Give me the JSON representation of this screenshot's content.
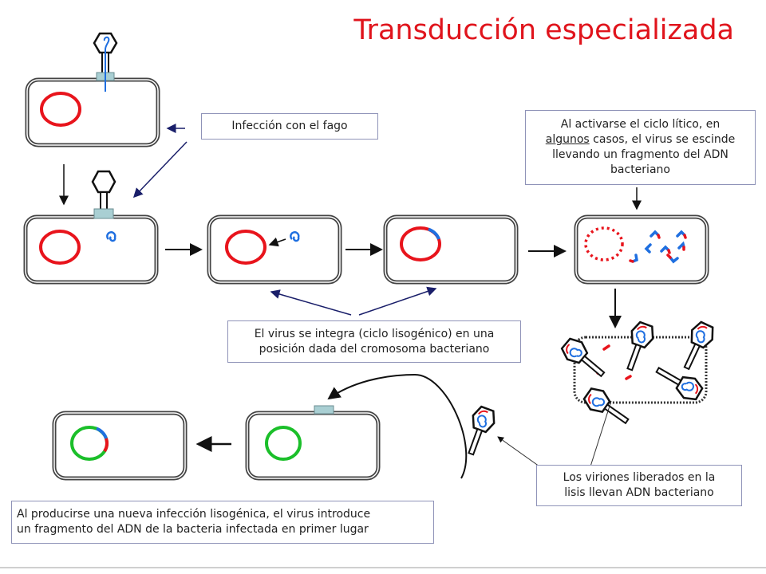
{
  "title": "Transducción especializada",
  "labels": {
    "infection": "Infección con el fago",
    "lytic_line1": "Al activarse el ciclo lítico, en",
    "lytic_line2_underlined": "algunos",
    "lytic_line2_rest": " casos, el virus se escinde",
    "lytic_line3": "llevando un fragmento del ADN",
    "lytic_line4": "bacteriano",
    "integrate_line1": "El virus se integra (ciclo lisogénico) en una",
    "integrate_line2": "posición dada del cromosoma bacteriano",
    "virions_line1": "Los viriones liberados en la",
    "virions_line2": "lisis llevan ADN bacteriano",
    "new_infection_line1": "Al producirse una nueva infección lisogénica, el virus introduce",
    "new_infection_line2": "un fragmento del ADN de la bacteria infectada en primer lugar"
  },
  "colors": {
    "chromosome": "#e8141c",
    "phage_dna": "#1f6fe0",
    "new_host": "#1bbf2a",
    "baseplate": "#a9cfd3",
    "title": "#e0141c"
  }
}
